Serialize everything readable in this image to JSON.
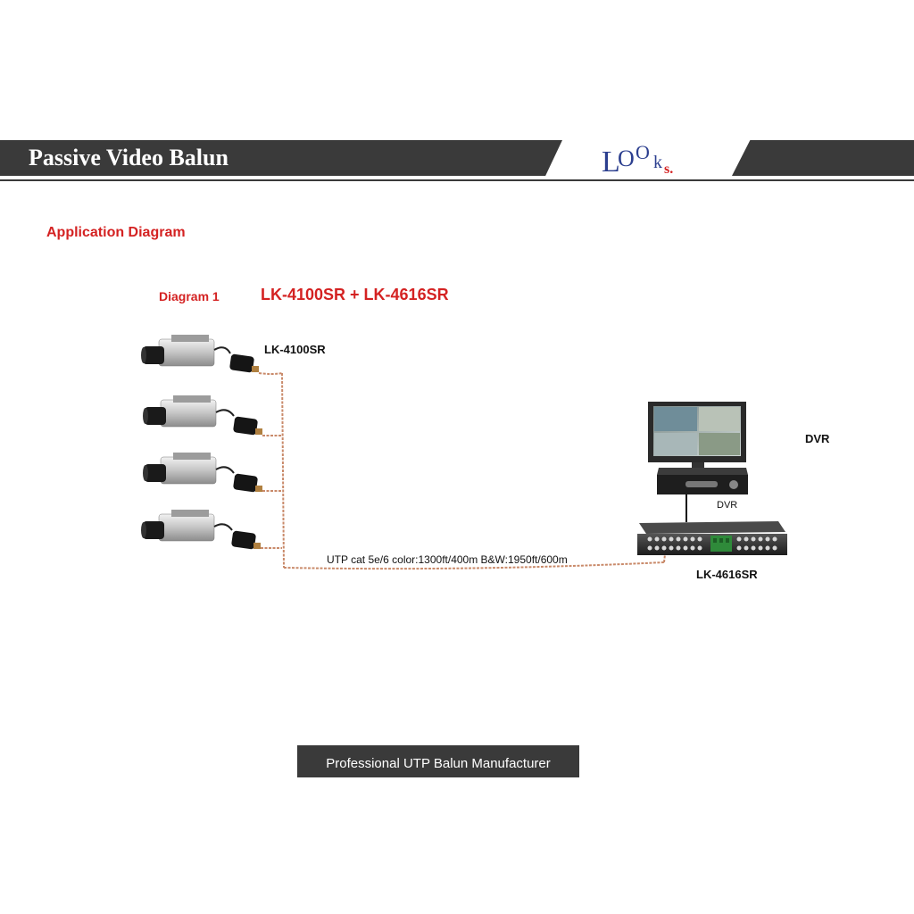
{
  "header": {
    "title": "Passive Video Balun",
    "logo_text": "LOOKs."
  },
  "section": {
    "title": "Application Diagram"
  },
  "diagram": {
    "label": "Diagram 1",
    "products": "LK-4100SR  +  LK-4616SR",
    "transmitter_label": "LK-4100SR",
    "cable_spec": "UTP cat 5e/6   color:1300ft/400m   B&W:1950ft/600m",
    "dvr_label": "DVR",
    "dvr_small_label": "DVR",
    "receiver_label": "LK-4616SR",
    "camera_count": 4
  },
  "footer": {
    "text": "Professional UTP Balun Manufacturer"
  },
  "colors": {
    "banner": "#3a3a3a",
    "accent_red": "#d42222",
    "logo_blue": "#2c3f8f",
    "cable": "#c98a6a"
  }
}
